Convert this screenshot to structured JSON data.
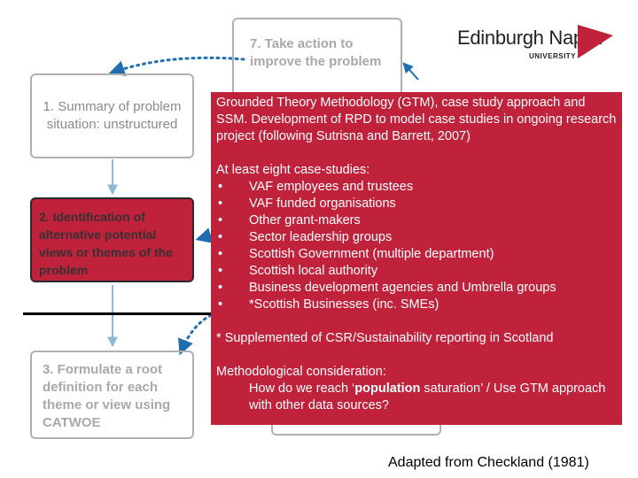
{
  "logo": {
    "name": "Edinburgh Napier",
    "sub": "UNIVERSITY"
  },
  "boxes": {
    "step1": "1. Summary of problem situation: unstructured",
    "step2": "2. Identification of alternative potential views or themes of the problem",
    "step3": "3. Formulate a root definition for each theme or view using CATWOE",
    "step7": "7. Take action to improve the problem"
  },
  "panel": {
    "methodology": "Grounded Theory Methodology (GTM), case study approach and SSM. Development of RPD to model case studies in ongoing research project (following Sutrisna and Barrett, 2007)",
    "cases_heading": "At least eight case-studies:",
    "bullet_glyph": "•",
    "cases": [
      "VAF employees and trustees",
      "VAF funded organisations",
      "Other grant-makers",
      "Sector leadership groups",
      "Scottish Government (multiple department)",
      "Scottish local authority",
      "Business development agencies and Umbrella groups",
      "*Scottish Businesses (inc. SMEs)"
    ],
    "supplement": "* Supplemented of CSR/Sustainability reporting in Scotland",
    "consideration_heading": "Methodological consideration:",
    "consideration_pre": "How do we reach ‘",
    "consideration_bold": "population",
    "consideration_post": " saturation’ / Use GTM approach with other data sources?"
  },
  "credit": "Adapted from Checkland (1981)",
  "colors": {
    "accent": "#c0213b",
    "arrow": "#1f6fb0",
    "grey_text": "#8a8a8a"
  }
}
